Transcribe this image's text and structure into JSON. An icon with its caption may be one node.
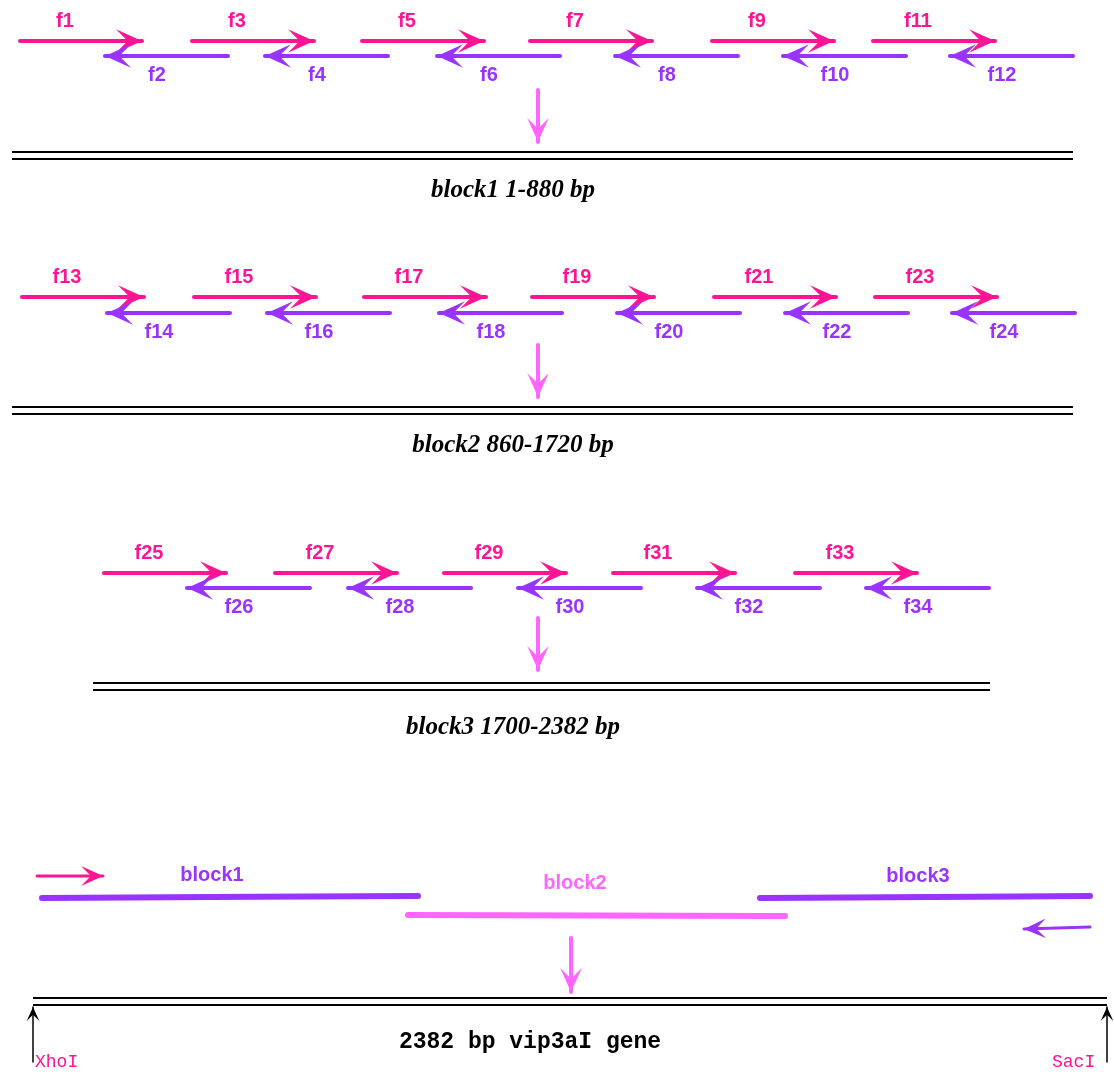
{
  "diagram": {
    "labels": [
      "f1",
      "f2",
      "f3",
      "f4",
      "f5",
      "f6",
      "f7",
      "f8",
      "f9",
      "f10",
      "f11",
      "f12",
      "block1 1-880 bp",
      "f13",
      "f14",
      "f15",
      "f16",
      "f17",
      "f18",
      "f19",
      "f20",
      "f21",
      "f22",
      "f23",
      "f24",
      "block2 860-1720 bp",
      "f25",
      "f26",
      "f27",
      "f28",
      "f29",
      "f30",
      "f31",
      "f32",
      "f33",
      "f34",
      "block3 1700-2382 bp",
      "block1",
      "block2",
      "block3",
      "2382 bp vip3aI gene",
      "XhoI",
      "SacI"
    ]
  }
}
